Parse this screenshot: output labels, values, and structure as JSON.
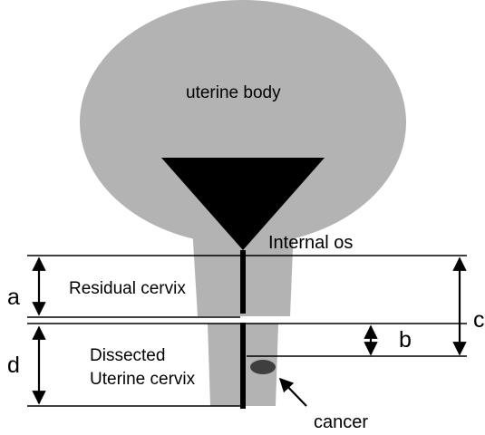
{
  "labels": {
    "uterine_body": "uterine body",
    "internal_os": "Internal os",
    "residual_cervix": "Residual cervix",
    "dissected_line1": "Dissected",
    "dissected_line2": "Uterine cervix",
    "cancer": "cancer",
    "a": "a",
    "b": "b",
    "c": "c",
    "d": "d"
  },
  "colors": {
    "tissue": "#b3b3b3",
    "cavity": "#000000",
    "lesion": "#3f3f3f",
    "lines": "#000000",
    "background": "#ffffff"
  }
}
